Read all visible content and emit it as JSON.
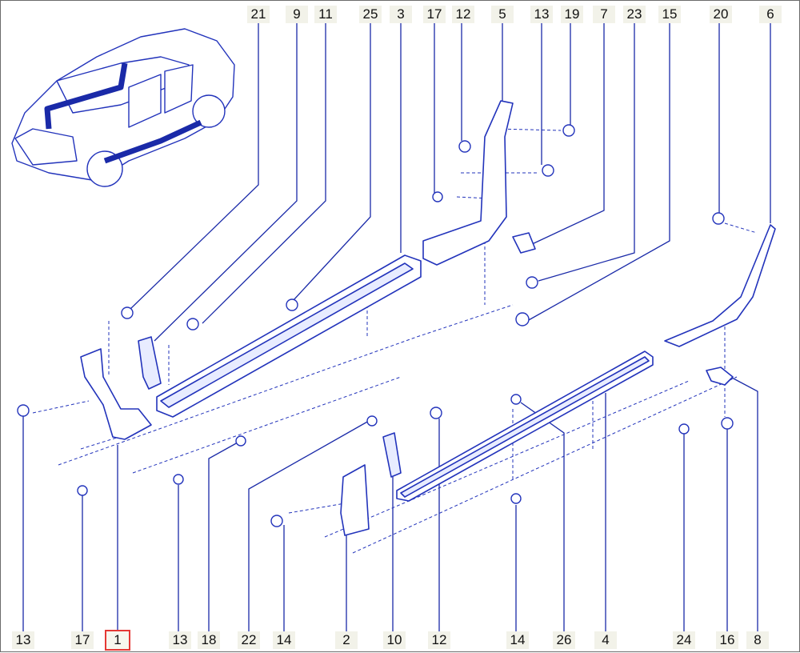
{
  "diagram": {
    "selected_label": "1",
    "colors": {
      "line": "#2233bb",
      "highlight": "#e53935",
      "label_bg": "#f2f2e9"
    },
    "top_labels": [
      "21",
      "9",
      "11",
      "25",
      "3",
      "17",
      "12",
      "5",
      "13",
      "19",
      "7",
      "23",
      "15",
      "20",
      "6"
    ],
    "bottom_labels": [
      "13",
      "17",
      "1",
      "13",
      "18",
      "22",
      "14",
      "2",
      "10",
      "12",
      "14",
      "26",
      "4",
      "24",
      "16",
      "8"
    ]
  }
}
